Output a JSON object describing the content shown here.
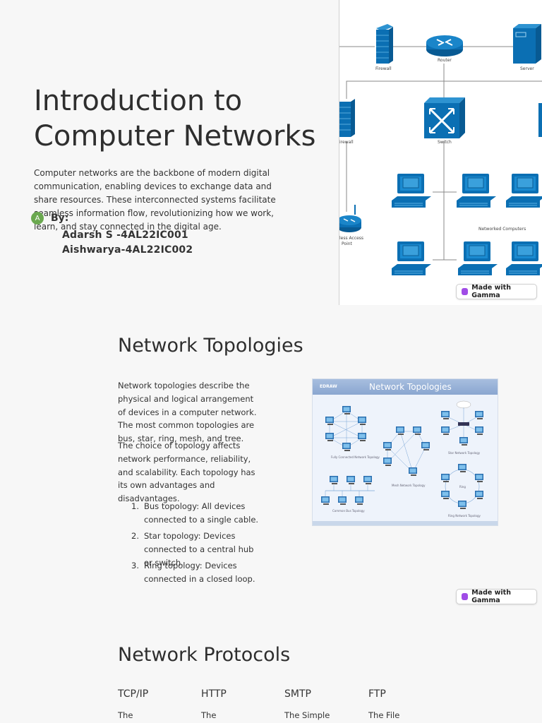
{
  "slide1": {
    "title": "Introduction to Computer Networks",
    "description": "Computer networks are the backbone of modern digital communication, enabling devices to exchange data and share resources. These interconnected systems facilitate seamless information flow, revolutionizing how we work, learn, and stay connected in the digital age.",
    "avatar_letter": "A",
    "by_label": "By:",
    "authors": [
      "Adarsh S -4AL22IC001",
      "Aishwarya-4AL22IC002"
    ],
    "diagram_labels": {
      "firewall": "Firewall",
      "router": "Router",
      "server": "Server",
      "firewall2": "irewall",
      "switch": "Switch",
      "access_point_1": "less Access",
      "access_point_2": "Point",
      "networked": "Networked Computers"
    },
    "badge": "Made with Gamma"
  },
  "slide2": {
    "title": "Network Topologies",
    "para1": "Network topologies describe the physical and logical arrangement of devices in a computer network. The most common topologies are bus, star, ring, mesh, and tree.",
    "para2": "The choice of topology affects network performance, reliability, and scalability. Each topology has its own advantages and disadvantages.",
    "list": [
      {
        "num": "1.",
        "text": "Bus topology: All devices connected to a single cable."
      },
      {
        "num": "2.",
        "text": "Star topology: Devices connected to a central hub or switch."
      },
      {
        "num": "3.",
        "text": "Ring topology: Devices connected in a closed loop."
      }
    ],
    "image": {
      "title": "Network Topologies",
      "logo": "EDRAW",
      "labels": {
        "fully": "Fully Connected Network Topology",
        "mesh": "Mesh Network Topology",
        "star": "Star Network Topology",
        "bus": "Common Bus Topology",
        "ring_center": "Ring",
        "ring": "Ring Network Topology"
      }
    },
    "badge": "Made with Gamma"
  },
  "slide3": {
    "title": "Network Protocols",
    "columns": [
      {
        "title": "TCP/IP",
        "text": "The"
      },
      {
        "title": "HTTP",
        "text": "The"
      },
      {
        "title": "SMTP",
        "text": "The Simple"
      },
      {
        "title": "FTP",
        "text": "The File"
      }
    ]
  },
  "colors": {
    "background": "#f7f7f7",
    "device_blue": "#0b6fb3",
    "badge_icon": "#a04ce6",
    "avatar": "#6aa84f"
  }
}
